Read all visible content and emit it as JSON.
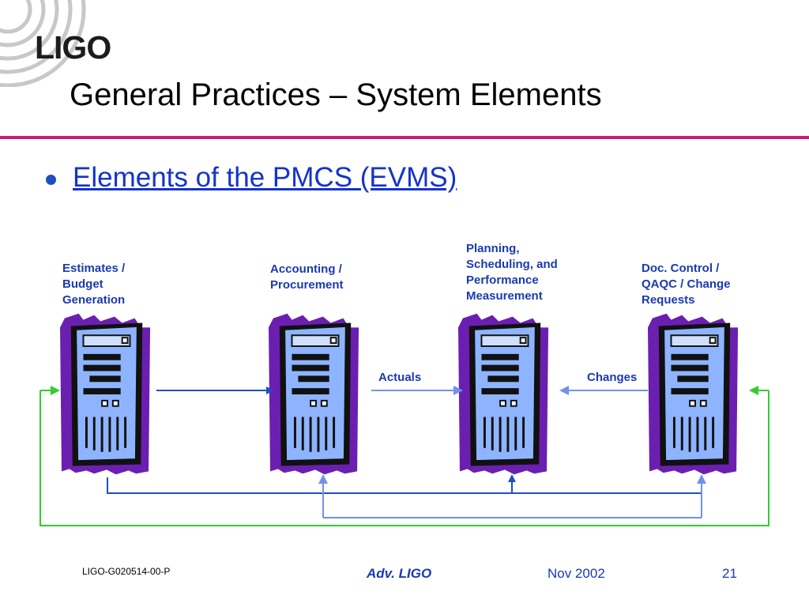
{
  "header": {
    "logo": "LIGO",
    "title": "General Practices – System Elements",
    "subtitle": "Elements of the PMCS (EVMS)"
  },
  "diagram": {
    "nodes": [
      {
        "label_lines": [
          "Estimates /",
          "Budget",
          "Generation"
        ]
      },
      {
        "label_lines": [
          "Accounting /",
          "Procurement"
        ]
      },
      {
        "label_lines": [
          "Planning,",
          "Scheduling, and",
          "Performance",
          "Measurement"
        ]
      },
      {
        "label_lines": [
          "Doc. Control /",
          "QAQC / Change",
          "Requests"
        ]
      }
    ],
    "flows": {
      "actuals": "Actuals",
      "changes": "Changes"
    },
    "icon": "server-tower-icon",
    "colors": {
      "dark_arrow": "#1f4fbf",
      "light_arrow": "#6f93e8",
      "feedback_arrow": "#33cc33",
      "server_body": "#8fb4ff",
      "server_shadow": "#6b1fb0"
    }
  },
  "footer": {
    "doc_id": "LIGO-G020514-00-P",
    "project": "Adv. LIGO",
    "date": "Nov 2002",
    "page": "21"
  },
  "accent_color": "#cc1a7e"
}
